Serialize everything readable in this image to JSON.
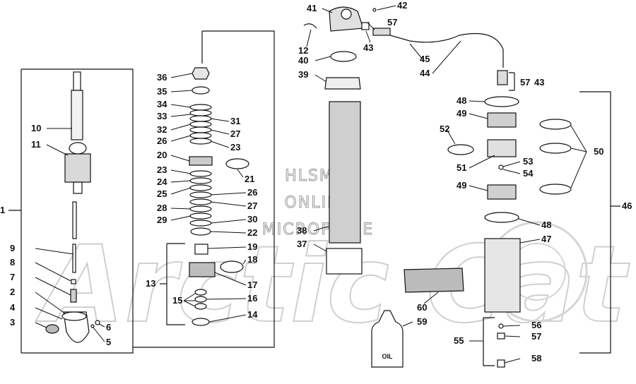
{
  "watermark": {
    "lines": [
      "HLSM'S",
      "ONLINE",
      "MICROFICHE"
    ],
    "logo_text": "Arctic Cat"
  },
  "oil_label": "OIL",
  "callouts": [
    {
      "id": "c1",
      "text": "1"
    },
    {
      "id": "c2",
      "text": "2"
    },
    {
      "id": "c3",
      "text": "3"
    },
    {
      "id": "c4",
      "text": "4"
    },
    {
      "id": "c5",
      "text": "5"
    },
    {
      "id": "c6",
      "text": "6"
    },
    {
      "id": "c7",
      "text": "7"
    },
    {
      "id": "c8",
      "text": "8"
    },
    {
      "id": "c9",
      "text": "9"
    },
    {
      "id": "c10",
      "text": "10"
    },
    {
      "id": "c11",
      "text": "11"
    },
    {
      "id": "c12",
      "text": "12"
    },
    {
      "id": "c13",
      "text": "13"
    },
    {
      "id": "c14",
      "text": "14"
    },
    {
      "id": "c15",
      "text": "15"
    },
    {
      "id": "c16",
      "text": "16"
    },
    {
      "id": "c17",
      "text": "17"
    },
    {
      "id": "c18",
      "text": "18"
    },
    {
      "id": "c19",
      "text": "19"
    },
    {
      "id": "c20",
      "text": "20"
    },
    {
      "id": "c21",
      "text": "21"
    },
    {
      "id": "c22",
      "text": "22"
    },
    {
      "id": "c23a",
      "text": "23"
    },
    {
      "id": "c23b",
      "text": "23"
    },
    {
      "id": "c24",
      "text": "24"
    },
    {
      "id": "c25",
      "text": "25"
    },
    {
      "id": "c26a",
      "text": "26"
    },
    {
      "id": "c26b",
      "text": "26"
    },
    {
      "id": "c27a",
      "text": "27"
    },
    {
      "id": "c27b",
      "text": "27"
    },
    {
      "id": "c28",
      "text": "28"
    },
    {
      "id": "c29",
      "text": "29"
    },
    {
      "id": "c30",
      "text": "30"
    },
    {
      "id": "c31",
      "text": "31"
    },
    {
      "id": "c32",
      "text": "32"
    },
    {
      "id": "c33",
      "text": "33"
    },
    {
      "id": "c34",
      "text": "34"
    },
    {
      "id": "c35",
      "text": "35"
    },
    {
      "id": "c36",
      "text": "36"
    },
    {
      "id": "c37",
      "text": "37"
    },
    {
      "id": "c38",
      "text": "38"
    },
    {
      "id": "c39",
      "text": "39"
    },
    {
      "id": "c40",
      "text": "40"
    },
    {
      "id": "c41",
      "text": "41"
    },
    {
      "id": "c42",
      "text": "42"
    },
    {
      "id": "c43a",
      "text": "43"
    },
    {
      "id": "c43b",
      "text": "43"
    },
    {
      "id": "c44",
      "text": "44"
    },
    {
      "id": "c45",
      "text": "45"
    },
    {
      "id": "c46",
      "text": "46"
    },
    {
      "id": "c47",
      "text": "47"
    },
    {
      "id": "c48a",
      "text": "48"
    },
    {
      "id": "c48b",
      "text": "48"
    },
    {
      "id": "c49a",
      "text": "49"
    },
    {
      "id": "c49b",
      "text": "49"
    },
    {
      "id": "c50",
      "text": "50"
    },
    {
      "id": "c51",
      "text": "51"
    },
    {
      "id": "c52",
      "text": "52"
    },
    {
      "id": "c53",
      "text": "53"
    },
    {
      "id": "c54",
      "text": "54"
    },
    {
      "id": "c55",
      "text": "55"
    },
    {
      "id": "c56",
      "text": "56"
    },
    {
      "id": "c57a",
      "text": "57"
    },
    {
      "id": "c57b",
      "text": "57"
    },
    {
      "id": "c57c",
      "text": "57"
    },
    {
      "id": "c58",
      "text": "58"
    },
    {
      "id": "c59",
      "text": "59"
    },
    {
      "id": "c60",
      "text": "60"
    }
  ]
}
